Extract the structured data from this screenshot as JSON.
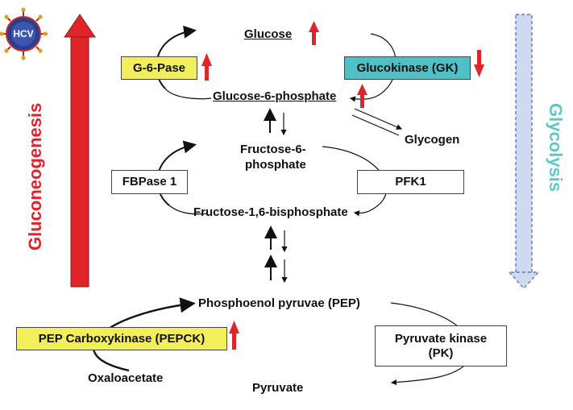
{
  "side_labels": {
    "left": "Gluconeogenesis",
    "right": "Glycolysis"
  },
  "hcv_logo": "HCV",
  "metabolites": {
    "glucose": "Glucose",
    "g6p": "Glucose-6-phosphate",
    "glycogen": "Glycogen",
    "f6p_line1": "Fructose-6-",
    "f6p_line2": "phosphate",
    "f16bp": "Fructose-1,6-bisphosphate",
    "pep": "Phosphoenol pyruvae (PEP)",
    "oxaloacetate": "Oxaloacetate",
    "pyruvate": "Pyruvate"
  },
  "enzymes": {
    "g6pase": "G-6-Pase",
    "gk": "Glucokinase (GK)",
    "fbpase": "FBPase 1",
    "pfk": "PFK1",
    "pepck": "PEP Carboxykinase (PEPCK)",
    "pk_line1": "Pyruvate kinase",
    "pk_line2": "(PK)"
  },
  "colors": {
    "gluconeogenesis_red": "#e0242a",
    "glycolysis_blue": "#cfd9f0",
    "glycolysis_text": "#5ec8c8",
    "enzyme_yellow": "#f2ef5a",
    "gk_teal": "#4fc1c6",
    "arrow_red": "#e0242a"
  },
  "regulation": {
    "glucose": "up",
    "g6pase": "up",
    "gk": "down",
    "g6p": "up",
    "pepck": "up"
  }
}
